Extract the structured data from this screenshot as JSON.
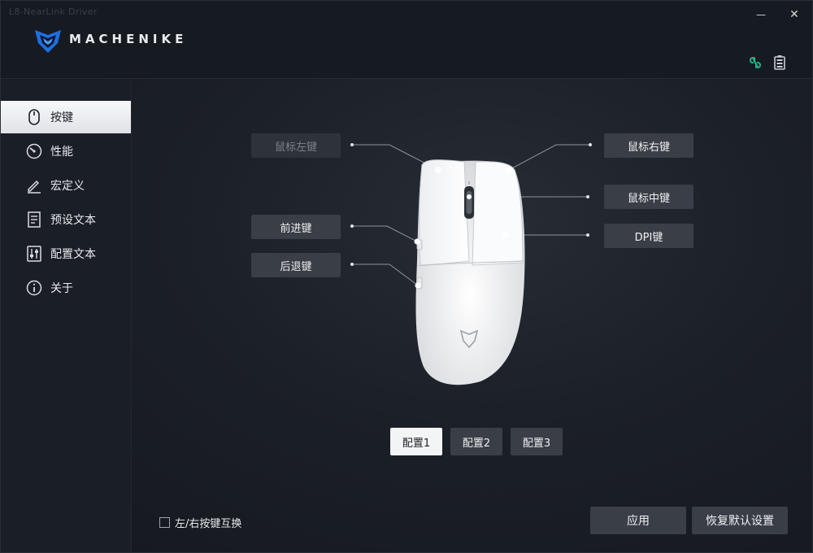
{
  "window": {
    "title": "L8-NearLink Driver",
    "brand": "MACHENIKE",
    "minimize_glyph": "—",
    "close_glyph": "✕"
  },
  "status": {
    "icons": [
      "link-icon",
      "battery-icon"
    ],
    "accent": "#1fb58a"
  },
  "sidebar": {
    "items": [
      {
        "label": "按键",
        "icon": "mouse-icon",
        "active": true
      },
      {
        "label": "性能",
        "icon": "gauge-icon",
        "active": false
      },
      {
        "label": "宏定义",
        "icon": "pen-icon",
        "active": false
      },
      {
        "label": "预设文本",
        "icon": "document-icon",
        "active": false
      },
      {
        "label": "配置文本",
        "icon": "sliders-icon",
        "active": false
      },
      {
        "label": "关于",
        "icon": "info-icon",
        "active": false
      }
    ]
  },
  "keys": {
    "left": "鼠标左键",
    "forward": "前进键",
    "back": "后退键",
    "right": "鼠标右键",
    "middle": "鼠标中键",
    "dpi": "DPI键"
  },
  "profiles": [
    "配置1",
    "配置2",
    "配置3"
  ],
  "active_profile": 0,
  "options": {
    "swap_label": "左/右按键互换",
    "swap_checked": false
  },
  "actions": {
    "apply": "应用",
    "restore": "恢复默认设置"
  }
}
